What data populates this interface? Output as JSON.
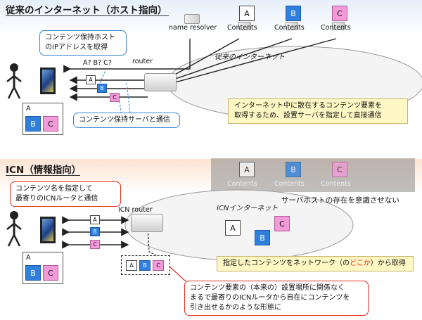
{
  "top": {
    "title": "従来のインターネット（ホスト指向）",
    "callout_dns": [
      "コンテンツ保持ホスト",
      "のIPアドレスを取得"
    ],
    "query": "A? B? C?",
    "router": "router",
    "name_resolver": "name resolver",
    "contents": [
      "Contents",
      "Contents",
      "Contents"
    ],
    "server_tiles": [
      "A",
      "B",
      "C"
    ],
    "cloud": "従来のインターネット",
    "tiles": [
      "A",
      "B",
      "C"
    ],
    "client_tiles": [
      "A",
      "B",
      "C"
    ],
    "callout_comm": "コンテンツ保持サーバと通信",
    "note": [
      "インターネット中に散在するコンテンツ要素を",
      "取得するため、設置サーバを指定して直接通信"
    ]
  },
  "bottom": {
    "title": "ICN（情報指向）",
    "callout_name": [
      "コンテンツ名を指定して",
      "最寄りのICNルータと通信"
    ],
    "router": "ICN router",
    "contents": [
      "Contents",
      "Contents",
      "Contents"
    ],
    "server_tiles": [
      "A",
      "B",
      "C"
    ],
    "server_note": "サーバホストの存在を意識させない",
    "cloud": "ICNインターネット",
    "cloud_tiles": [
      "A",
      "B",
      "C"
    ],
    "tiles": [
      "A",
      "B",
      "C"
    ],
    "client_tiles": [
      "A",
      "B",
      "C"
    ],
    "cache_tiles": [
      "A",
      "B",
      "C"
    ],
    "note_pre": "指定したコンテンツをネットワーク（の",
    "note_em": "どこか",
    "note_post": "）から取得",
    "callout_bottom": [
      "コンテンツ要素の（本来の）設置場所に関係なく",
      "まるで最寄りのICNルータから自在にコンテンツを",
      "引き出せるかのような形態に"
    ]
  },
  "colors": {
    "blue_tile": "#2f7fdc",
    "pink_tile": "#f39ad8",
    "callout_blue": "#3c88d8",
    "callout_red": "#e03020",
    "note_yellow": "#fff8c4",
    "emphasis": "#e03020"
  },
  "icons": [
    "person-icon",
    "monitor-icon",
    "router-icon",
    "server-icon",
    "cloud-icon"
  ]
}
